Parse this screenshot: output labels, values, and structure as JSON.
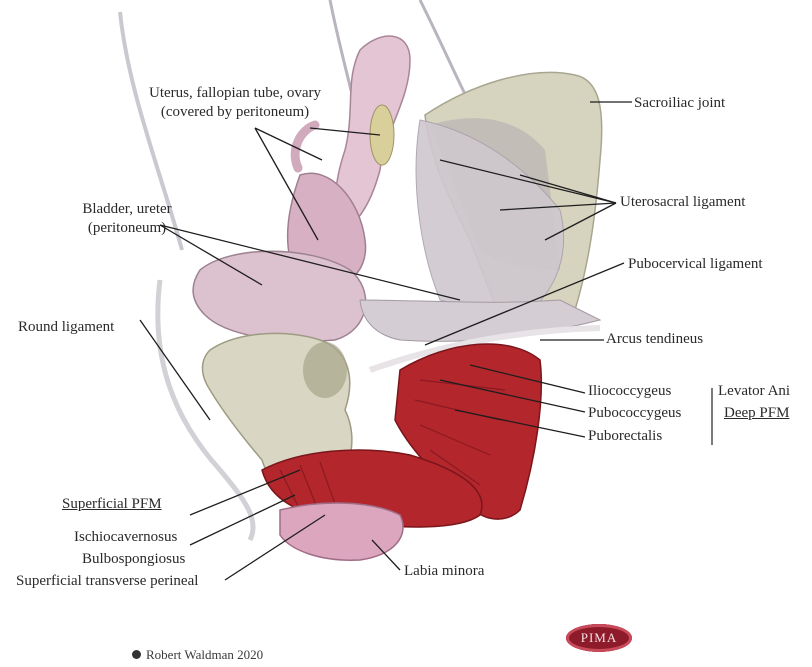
{
  "diagram": {
    "labels": {
      "uterus_line1": "Uterus, fallopian tube, ovary",
      "uterus_line2": "(covered by peritoneum)",
      "sacroiliac": "Sacroiliac joint",
      "uterosacral": "Uterosacral ligament",
      "bladder_line1": "Bladder, ureter",
      "bladder_line2": "(peritoneum)",
      "pubocervical": "Pubocervical ligament",
      "round_ligament": "Round ligament",
      "arcus": "Arcus tendineus",
      "iliococcygeus": "Iliococcygeus",
      "pubococcygeus": "Pubococcygeus",
      "puborectalis": "Puborectalis",
      "levator_ani": "Levator Ani",
      "deep_pfm": "Deep PFM",
      "superficial_pfm": "Superficial PFM",
      "ischiocavernosus": "Ischiocavernosus",
      "bulbospongiosus": "Bulbospongiosus",
      "superficial_transverse": "Superficial transverse perineal",
      "labia_minora": "Labia minora"
    },
    "credit": "Robert Waldman 2020",
    "logo_text": "PIMA"
  },
  "colors": {
    "muscle": "#b3262c",
    "bone": "#d9d6c4",
    "organ": "#d8b7c6",
    "tissue": "#cfc8cf",
    "logo": "#8e1b2a"
  }
}
